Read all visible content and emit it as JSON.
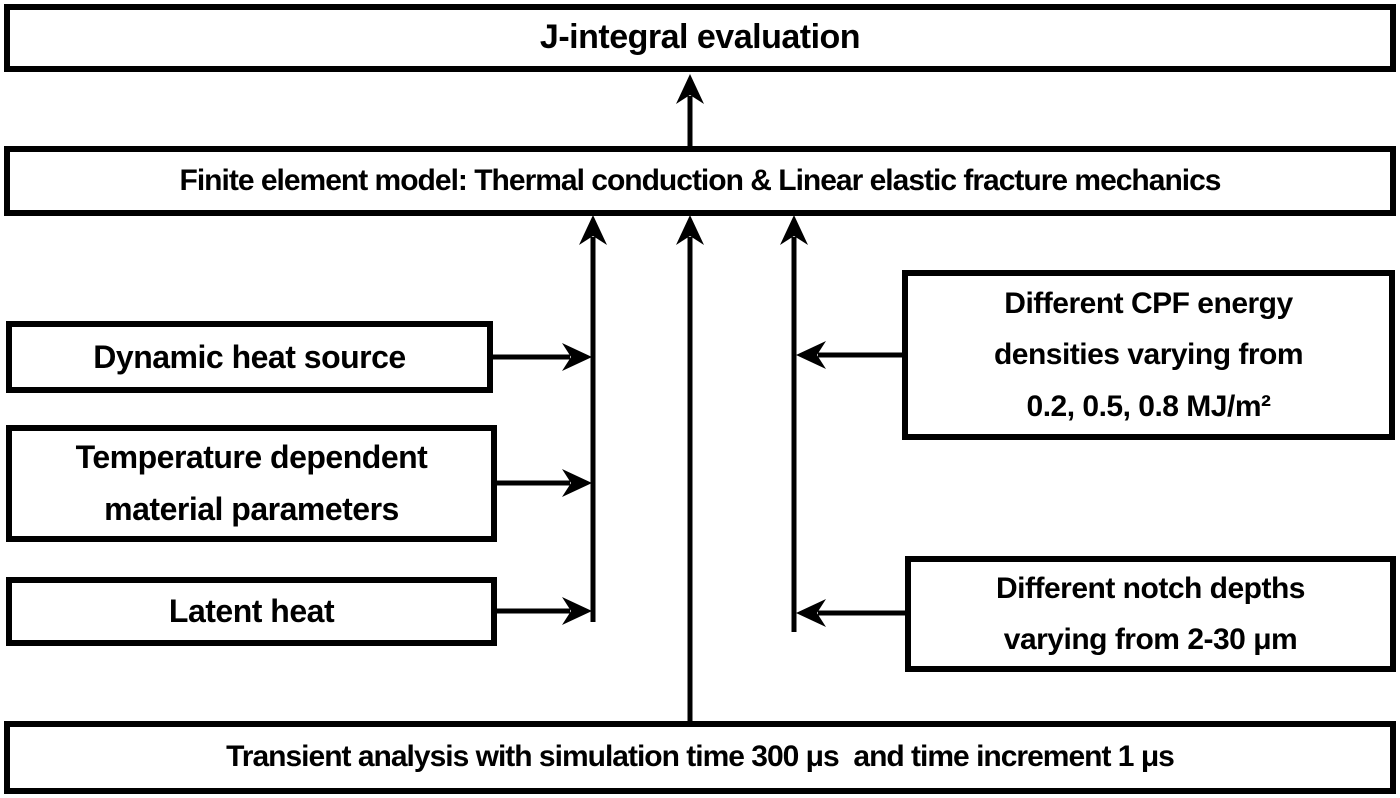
{
  "colors": {
    "ink": "#000000",
    "background": "#ffffff"
  },
  "diagram": {
    "nodes": {
      "j_integral": {
        "label": "J-integral evaluation"
      },
      "fem": {
        "label": "Finite element model: Thermal conduction & Linear elastic fracture mechanics"
      },
      "dynamic_heat": {
        "label": "Dynamic heat source"
      },
      "temp_material": {
        "lines": [
          "Temperature dependent",
          "material parameters"
        ]
      },
      "latent_heat": {
        "label": "Latent heat"
      },
      "cpf_energy": {
        "lines": [
          "Different CPF energy",
          "densities varying from",
          "0.2, 0.5, 0.8 MJ/m²"
        ]
      },
      "notch_depth": {
        "lines": [
          "Different notch depths",
          "varying from 2-30 μm"
        ]
      },
      "transient": {
        "label": "Transient analysis with simulation time 300 μs  and time increment 1 μs"
      }
    },
    "edges": [
      {
        "from": "fem",
        "to": "j_integral"
      },
      {
        "from": "dynamic_heat",
        "to": "fem"
      },
      {
        "from": "temp_material",
        "to": "fem"
      },
      {
        "from": "latent_heat",
        "to": "fem"
      },
      {
        "from": "cpf_energy",
        "to": "fem"
      },
      {
        "from": "notch_depth",
        "to": "fem"
      },
      {
        "from": "transient",
        "to": "fem"
      }
    ]
  }
}
